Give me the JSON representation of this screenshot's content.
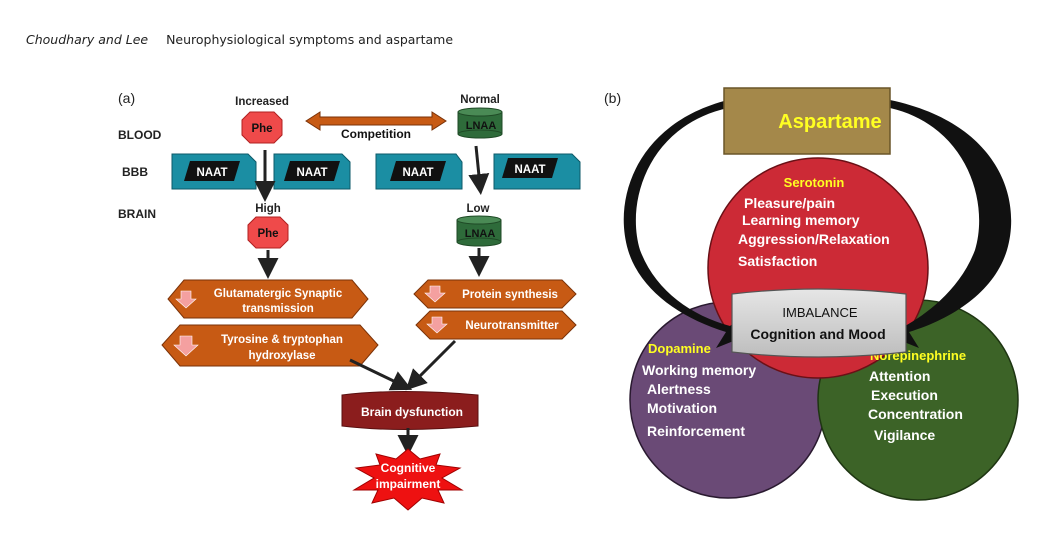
{
  "header": {
    "authors": "Choudhary and Lee",
    "title": "Neurophysiological symptoms and aspartame"
  },
  "panel_a": {
    "label": "(a)",
    "rows": {
      "blood": "BLOOD",
      "bbb": "BBB",
      "brain": "BRAIN"
    },
    "increased": "Increased",
    "normal": "Normal",
    "high": "High",
    "low": "Low",
    "phe": "Phe",
    "lnaa": "LNAA",
    "competition": "Competition",
    "naat": "NAAT",
    "glutamatergic": [
      "Glutamatergic Synaptic",
      "transmission"
    ],
    "tyrosine": [
      "Tyrosine & tryptophan",
      "hydroxylase"
    ],
    "protein": "Protein synthesis",
    "neurotransmitter": "Neurotransmitter",
    "brain_dysfunction": "Brain dysfunction",
    "cognitive": [
      "Cognitive",
      "impairment"
    ],
    "colors": {
      "phe": "#ef4a4a",
      "lnaa": "#2e6b3a",
      "naat": "#1b8ea3",
      "orange": "#c75a14",
      "brain_dys": "#8b1d1d",
      "star": "#ee1111"
    }
  },
  "panel_b": {
    "label": "(b)",
    "aspartame": "Aspartame",
    "serotonin": {
      "title": "Serotonin",
      "items": [
        "Pleasure/pain",
        "Learning memory",
        "Aggression/Relaxation",
        "Satisfaction"
      ]
    },
    "dopamine": {
      "title": "Dopamine",
      "items": [
        "Working memory",
        "Alertness",
        "Motivation",
        "Reinforcement"
      ]
    },
    "norepinephrine": {
      "title": "Norepinephrine",
      "items": [
        "Attention",
        "Execution",
        "Concentration",
        "Vigilance"
      ]
    },
    "imbalance": [
      "IMBALANCE",
      "Cognition and Mood"
    ],
    "colors": {
      "aspartame": "#a4884a",
      "serotonin": "#cc2a36",
      "dopamine": "#6a4a76",
      "norepinephrine": "#3c6327",
      "title_yellow": "#ffff22"
    }
  }
}
